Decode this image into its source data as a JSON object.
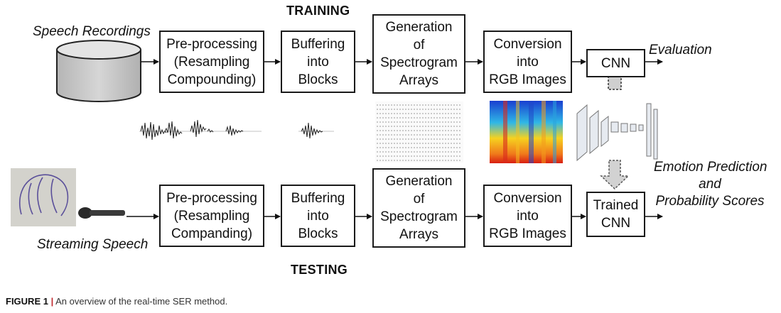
{
  "headers": {
    "training": "TRAINING",
    "testing": "TESTING"
  },
  "labels": {
    "speech_recordings": "Speech Recordings",
    "streaming_speech": "Streaming Speech",
    "evaluation": "Evaluation",
    "emotion_line1": "Emotion Prediction",
    "emotion_line2": "and",
    "emotion_line3": "Probability Scores"
  },
  "training_boxes": {
    "preprocessing": [
      "Pre-processing",
      "(Resampling",
      "Compounding)"
    ],
    "buffering": [
      "Buffering",
      "into",
      "Blocks"
    ],
    "spectrogram": [
      "Generation",
      "of",
      "Spectrogram",
      "Arrays"
    ],
    "conversion": [
      "Conversion",
      "into",
      "RGB Images"
    ],
    "cnn": [
      "CNN"
    ]
  },
  "testing_boxes": {
    "preprocessing": [
      "Pre-processing",
      "(Resampling",
      "Companding)"
    ],
    "buffering": [
      "Buffering",
      "into",
      "Blocks"
    ],
    "spectrogram": [
      "Generation",
      "of",
      "Spectrogram",
      "Arrays"
    ],
    "conversion": [
      "Conversion",
      "into",
      "RGB Images"
    ],
    "cnn": [
      "Trained",
      "CNN"
    ]
  },
  "caption": {
    "figure": "FIGURE 1",
    "separator": "|",
    "text": " An overview of the real-time SER method."
  },
  "icons": [
    "database-icon",
    "waveform-icon",
    "spectrogram-array-icon",
    "rgb-spectrogram-icon",
    "cnn-architecture-icon",
    "face-sketch-icon",
    "microphone-icon"
  ]
}
